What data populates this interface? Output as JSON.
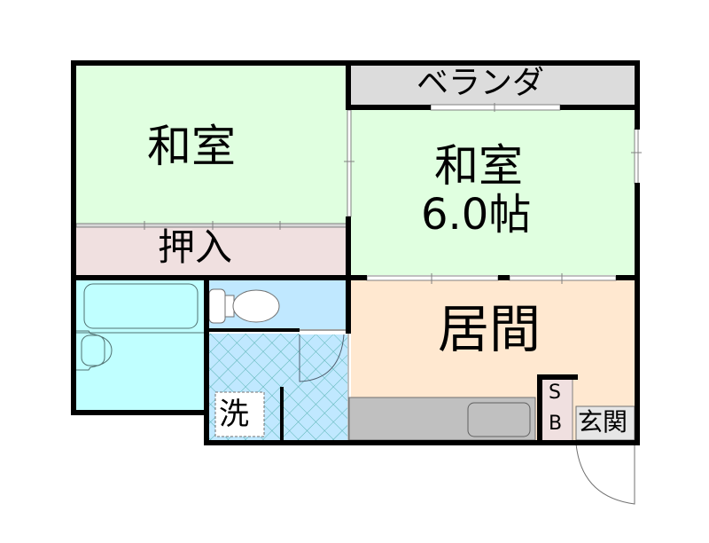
{
  "floor_plan": {
    "rooms": [
      {
        "id": "washitsu-1",
        "label": "和室",
        "color": "#e0ffe0"
      },
      {
        "id": "oshiire",
        "label": "押入",
        "color": "#f0e0e0"
      },
      {
        "id": "veranda",
        "label": "ベランダ",
        "color": "#dcdcdc"
      },
      {
        "id": "washitsu-2",
        "label": "和室",
        "size": "6.0帖",
        "color": "#e0ffe0"
      },
      {
        "id": "bath",
        "label": "",
        "color": "#c0ffff"
      },
      {
        "id": "toilet",
        "label": "",
        "color": "#c0e8ff"
      },
      {
        "id": "washroom",
        "label": "洗",
        "color": "#c0e8ff"
      },
      {
        "id": "living",
        "label": "居間",
        "color": "#ffe8d0"
      },
      {
        "id": "kitchen-counter",
        "label": "",
        "color": "#c0c0c0"
      },
      {
        "id": "shoe-box",
        "label_line1": "S",
        "label_line2": "B",
        "color": "#f0e0e0"
      },
      {
        "id": "entrance",
        "label": "玄関",
        "color": "#e6e6e6"
      }
    ],
    "colors": {
      "wall": "#000000",
      "fixture_line": "#707070",
      "tile_line": "#5ab4b4",
      "background": "#ffffff"
    }
  }
}
